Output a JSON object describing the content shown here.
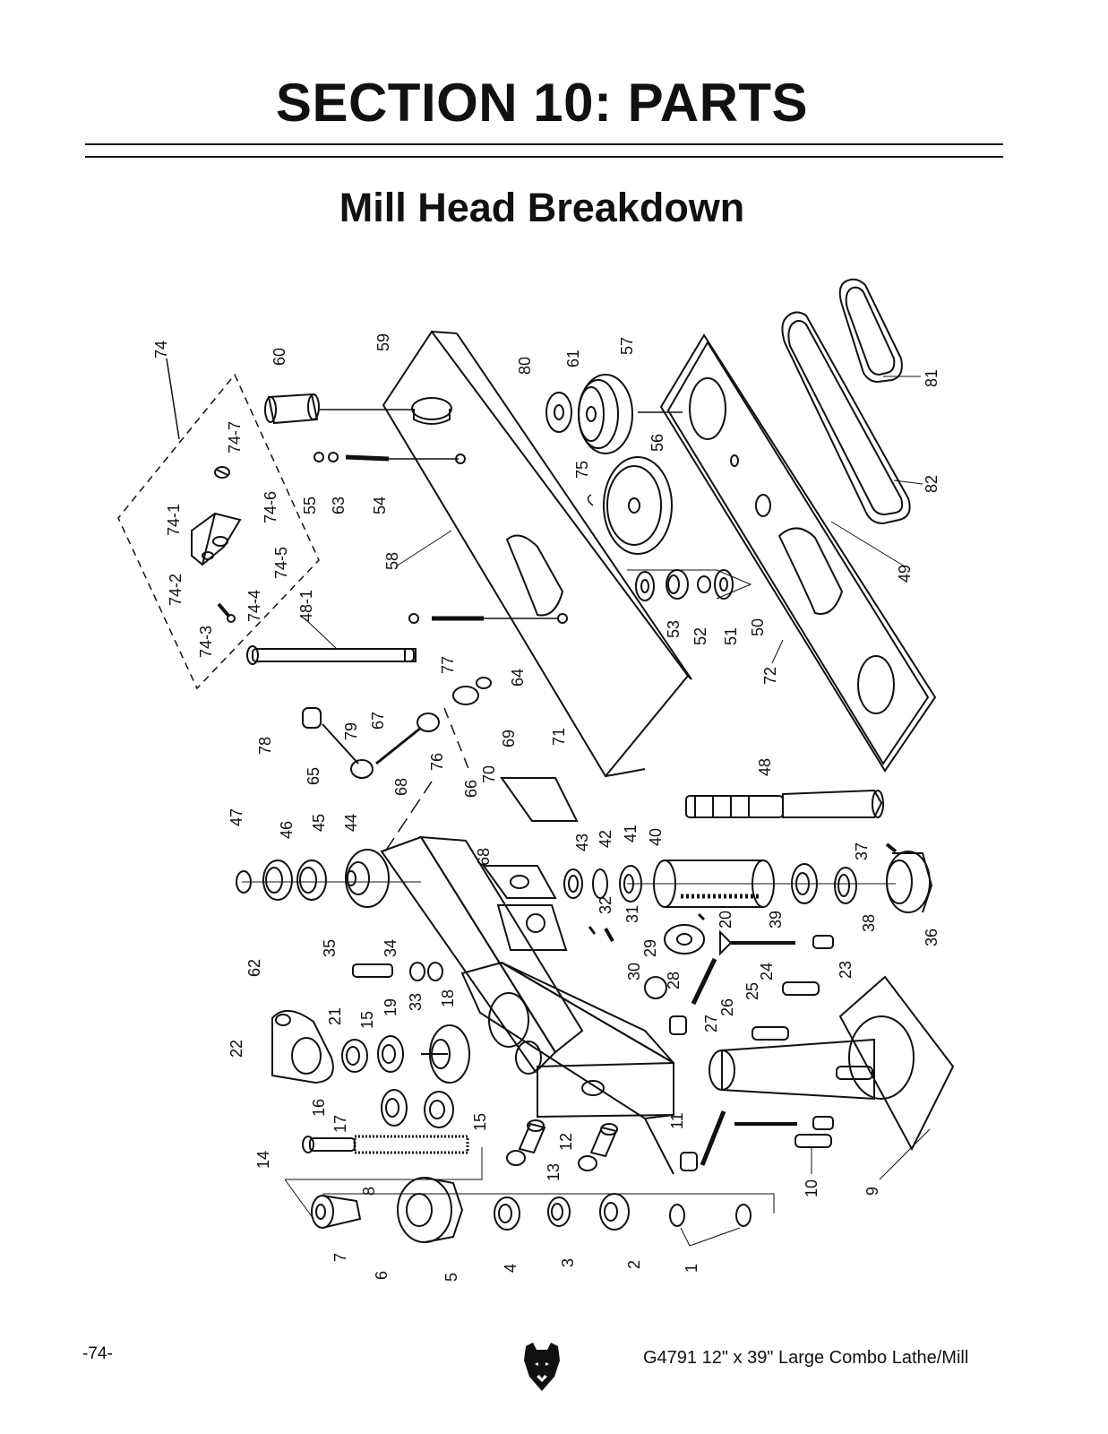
{
  "header": {
    "section_title": "SECTION 10: PARTS",
    "subtitle": "Mill Head Breakdown"
  },
  "diagram": {
    "callouts": [
      "74",
      "74-7",
      "74-6",
      "74-1",
      "74-5",
      "74-2",
      "74-4",
      "74-3",
      "60",
      "59",
      "55",
      "63",
      "54",
      "58",
      "48-1",
      "80",
      "61",
      "57",
      "75",
      "56",
      "53",
      "52",
      "51",
      "50",
      "81",
      "82",
      "49",
      "72",
      "77",
      "64",
      "78",
      "79",
      "67",
      "76",
      "65",
      "68",
      "69",
      "71",
      "70",
      "66",
      "48",
      "47",
      "46",
      "45",
      "44",
      "68",
      "43",
      "42",
      "41",
      "40",
      "37",
      "39",
      "38",
      "36",
      "20",
      "35",
      "34",
      "33",
      "32",
      "31",
      "29",
      "30",
      "28",
      "25",
      "24",
      "23",
      "62",
      "21",
      "15",
      "19",
      "18",
      "26",
      "27",
      "22",
      "16",
      "17",
      "15",
      "12",
      "11",
      "10",
      "9",
      "14",
      "13",
      "8",
      "7",
      "6",
      "5",
      "4",
      "3",
      "2",
      "1"
    ]
  },
  "footer": {
    "page_number": "-74-",
    "model_text": "G4791  12\" x 39\" Large Combo Lathe/Mill",
    "logo_icon": "grizzly-bear-icon"
  }
}
